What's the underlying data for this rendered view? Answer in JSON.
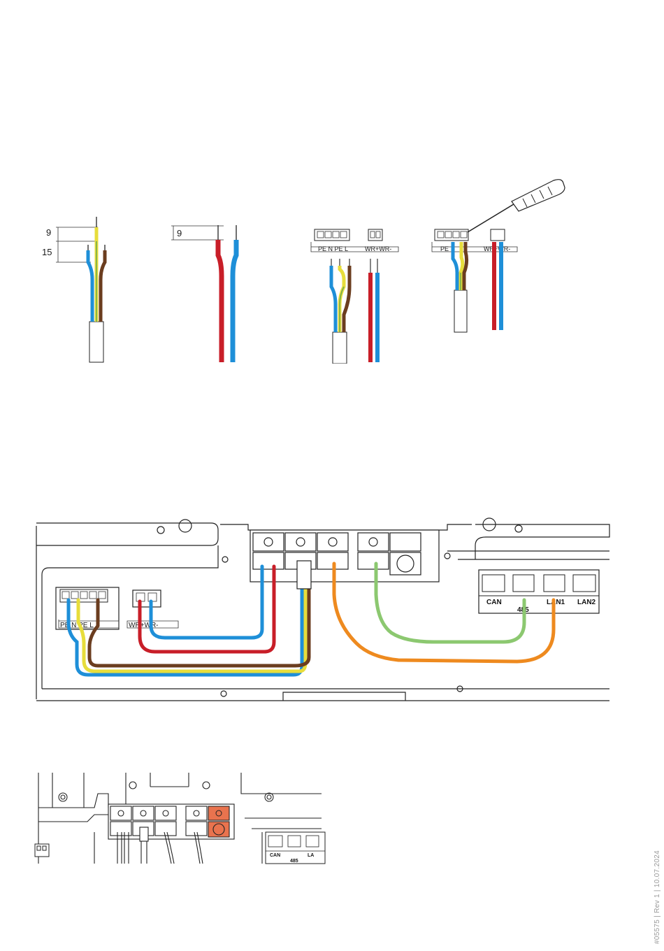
{
  "colors": {
    "wire_blue": "#1e8fd8",
    "wire_brown": "#6b3d1f",
    "wire_yellow": "#e7dd3b",
    "wire_green": "#6aa84f",
    "wire_red": "#c81e28",
    "wire_orange": "#ee8a1f",
    "wire_lightgreen": "#8cc870",
    "highlight": "#e9734e"
  },
  "strip_figures": {
    "dim_outer_strip": "9",
    "dim_inner_strip": "15",
    "dim_dc_strip": "9",
    "terminal_ac_label": "PE N PE L",
    "terminal_dc_label": "WR+WR-",
    "terminal_ac_label_partial": "PE",
    "terminal_dc_label_partial": "WR+WR-"
  },
  "main_diagram": {
    "terminal_ac_label": "PE N PE L",
    "terminal_dc_label": "WR+WR-",
    "port_can": "CAN",
    "port_485": "485",
    "port_lan1": "LAN1",
    "port_lan2": "LAN2"
  },
  "detail_diagram": {
    "port_can": "CAN",
    "port_485": "485",
    "port_lan": "LA"
  },
  "footer": {
    "document_ref": "#05575 | Rev 1 | 10.07.2024"
  }
}
